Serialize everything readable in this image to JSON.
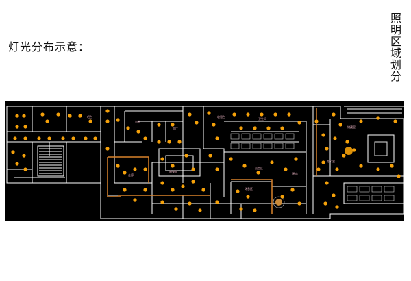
{
  "page": {
    "title": "灯光分布示意：",
    "side_title": "照明区域划分"
  },
  "plan": {
    "background": "#000000",
    "wall_color": "#ffffff",
    "light_color": "#f5a10a",
    "accent_line_color": "#d9822b",
    "room_labels": [
      "吧台",
      "包房",
      "大厅",
      "卫生间",
      "厨房",
      "备餐间",
      "收银台",
      "休息区",
      "走廊",
      "储藏室",
      "办公室",
      "员工区"
    ]
  }
}
